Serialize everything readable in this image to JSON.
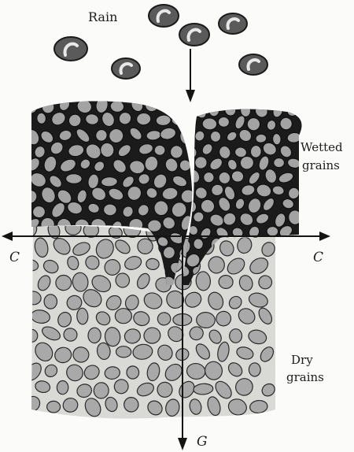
{
  "labels": {
    "rain": "Rain",
    "wetted_line1": "Wetted",
    "wetted_line2": "grains",
    "dry_line1": "Dry",
    "dry_line2": "grains",
    "capillary_left": "C",
    "capillary_right": "C",
    "gravity": "G"
  },
  "colors": {
    "background": "#fbfbf9",
    "wet_film": "#1b1b1b",
    "grain_fill": "#a9a9a9",
    "grain_outline": "#2a2a2a",
    "arrow": "#141414"
  },
  "raindrop_count": 6
}
